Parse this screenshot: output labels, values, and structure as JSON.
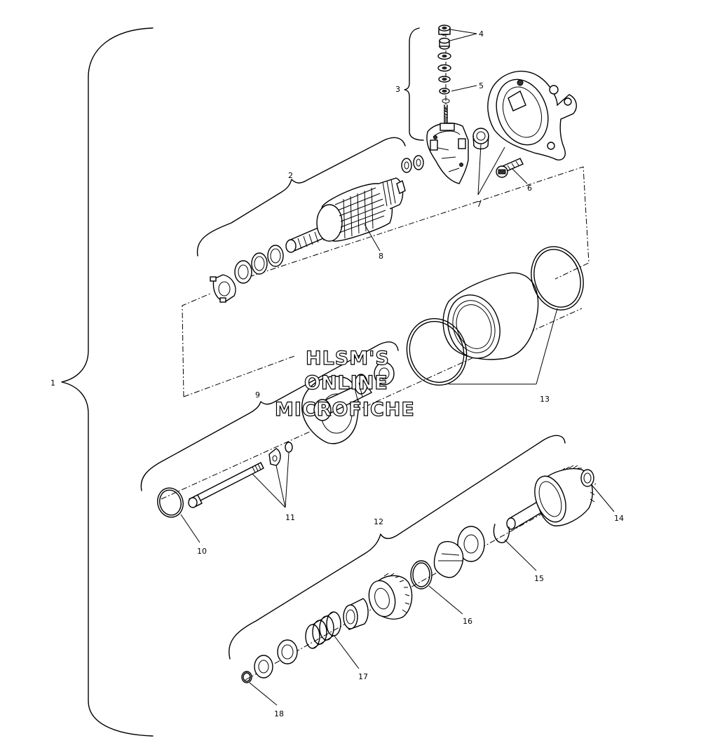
{
  "callouts": [
    "1",
    "2",
    "3",
    "4",
    "5",
    "6",
    "7",
    "8",
    "9",
    "10",
    "11",
    "12",
    "13",
    "14",
    "15",
    "16",
    "17",
    "18"
  ],
  "watermark": [
    "HLSM'S",
    "ONLINE",
    "MICROFICHE"
  ]
}
